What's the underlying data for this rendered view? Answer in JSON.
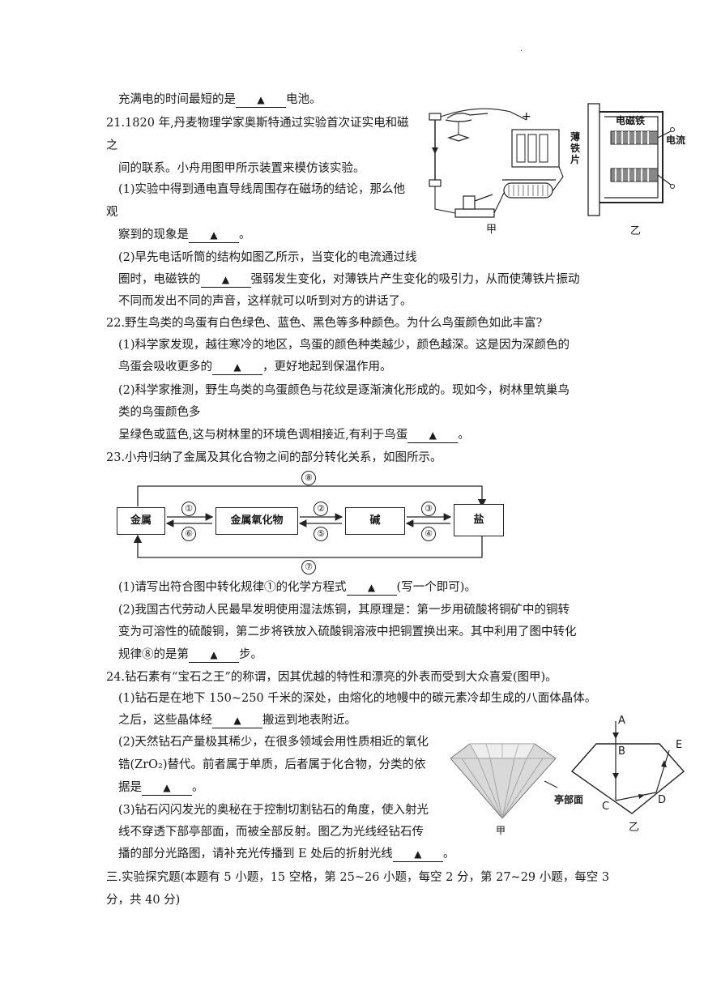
{
  "header_dot": "·",
  "lines": [
    {
      "id": "l1",
      "pre": "充满电的时间最短的是",
      "blank": "▲",
      "post": "电池。"
    },
    {
      "id": "l2",
      "pre": "21.1820 年,丹麦物理学家奥斯特通过实验首次证实电和磁",
      "blank": null,
      "post": ""
    },
    {
      "id": "l3",
      "pre": "之",
      "blank": null,
      "post": ""
    },
    {
      "id": "l4",
      "pre": "间的联系。小舟用图甲所示装置来模仿该实验。",
      "blank": null,
      "post": ""
    },
    {
      "id": "l5",
      "pre": "(1)实验中得到通电直导线周围存在磁场的结论，那么他",
      "blank": null,
      "post": ""
    },
    {
      "id": "l6",
      "pre": "观",
      "blank": null,
      "post": ""
    },
    {
      "id": "l7",
      "pre": "察到的现象是",
      "blank": "▲",
      "post": "。"
    },
    {
      "id": "l8",
      "pre": "(2)早先电话听筒的结构如图乙所示，当变化的电流通过线",
      "blank": null,
      "post": ""
    },
    {
      "id": "l9",
      "pre": "圈时，电磁铁的",
      "blank": "▲",
      "post": "强弱发生变化，对薄铁片产生变化的吸引力，从而使薄铁片振动"
    },
    {
      "id": "l10",
      "pre": "不同而发出不同的声音，这样就可以听到对方的讲话了。",
      "blank": null,
      "post": ""
    },
    {
      "id": "l11",
      "pre": "22.野生鸟类的鸟蛋有白色绿色、蓝色、黑色等多种颜色。为什么鸟蛋颜色如此丰富?",
      "blank": null,
      "post": ""
    },
    {
      "id": "l12",
      "pre": "(1)科学家发现，越往寒冷的地区，鸟蛋的颜色种类越少，颜色越深。这是因为深颜色的",
      "blank": null,
      "post": ""
    },
    {
      "id": "l13",
      "pre": "鸟蛋会吸收更多的",
      "blank": "▲",
      "post": "，更好地起到保温作用。"
    },
    {
      "id": "l14",
      "pre": "(2)科学家推测，野生鸟类的鸟蛋颜色与花纹是逐渐演化形成的。现如今，树林里筑巢鸟",
      "blank": null,
      "post": ""
    },
    {
      "id": "l15",
      "pre": "类的鸟蛋颜色多",
      "blank": null,
      "post": ""
    },
    {
      "id": "l16",
      "pre": "呈绿色或蓝色,这与树林里的环境色调相接近,有利于鸟蛋",
      "blank": "▲",
      "post": "。"
    },
    {
      "id": "l17",
      "pre": "23.小舟归纳了金属及其化合物之间的部分转化关系，如图所示。",
      "blank": null,
      "post": ""
    },
    {
      "id": "l18",
      "pre": "(1)请写出符合图中转化规律①的化学方程式",
      "blank": "▲",
      "post": "(写一个即可)。"
    },
    {
      "id": "l19",
      "pre": "(2)我国古代劳动人民最早发明使用湿法炼铜，其原理是：第一步用硫酸将铜矿中的铜转",
      "blank": null,
      "post": ""
    },
    {
      "id": "l20",
      "pre": "变为可溶性的硫酸铜，第二步将铁放入硫酸铜溶液中把铜置换出来。其中利用了图中转化",
      "blank": null,
      "post": ""
    },
    {
      "id": "l21",
      "pre": "规律⑧的是第",
      "blank": "▲",
      "post": "步。"
    },
    {
      "id": "l22",
      "pre": "24.钻石素有“宝石之王”的称谓，因其优越的特性和漂亮的外表而受到大众喜爱(图甲)。",
      "blank": null,
      "post": ""
    },
    {
      "id": "l23",
      "pre": "(1)钻石是在地下 150~250 千米的深处，由熔化的地幔中的碳元素冷却生成的八面体晶体。",
      "blank": null,
      "post": ""
    },
    {
      "id": "l24",
      "pre": "之后，这些晶体经",
      "blank": "▲",
      "post": "搬运到地表附近。"
    },
    {
      "id": "l25",
      "pre": "(2)天然钻石产量极其稀少，在很多领域会用性质相近的氧化",
      "blank": null,
      "post": ""
    },
    {
      "id": "l26",
      "pre": "锆(ZrO₂)替代。前者属于单质，后者属于化合物，分类的依",
      "blank": null,
      "post": ""
    },
    {
      "id": "l27",
      "pre": "据是",
      "blank": "▲",
      "post": "。"
    },
    {
      "id": "l28",
      "pre": "(3)钻石闪闪发光的奥秘在于控制切割钻石的角度，使入射光",
      "blank": null,
      "post": ""
    },
    {
      "id": "l29",
      "pre": "线不穿透下部亭部面，而被全部反射。图乙为光线经钻石传",
      "blank": null,
      "post": ""
    },
    {
      "id": "l30",
      "pre": "播的部分光路图，请补充光传播到 E 处后的折射光线",
      "blank": "▲",
      "post": "。"
    },
    {
      "id": "l31",
      "pre": "三.实验探究题(本题有 5 小题，15 空格，第 25~26 小题，每空 2 分，第 27~29  小题，每空 3",
      "blank": null,
      "post": ""
    },
    {
      "id": "l32",
      "pre": "分，共 40 分)",
      "blank": null,
      "post": ""
    }
  ],
  "fig21": {
    "label_jia": "甲",
    "label_yi": "乙",
    "plus_sign": "+",
    "electromagnet": "电磁铁",
    "current": "电流",
    "thin_iron": [
      "薄",
      "铁",
      "片"
    ]
  },
  "fig23": {
    "boxes": {
      "metal": "金属",
      "metal_oxide": "金属氧化物",
      "base": "碱",
      "salt": "盐"
    },
    "nums": {
      "n1": "①",
      "n2": "②",
      "n3": "③",
      "n4": "④",
      "n5": "⑤",
      "n6": "⑥",
      "n7": "⑦",
      "n8": "⑧"
    }
  },
  "fig24": {
    "label_jia": "甲",
    "label_yi": "乙",
    "pavilion": "亭部面",
    "points": {
      "A": "A",
      "B": "B",
      "C": "C",
      "D": "D",
      "E": "E"
    }
  }
}
